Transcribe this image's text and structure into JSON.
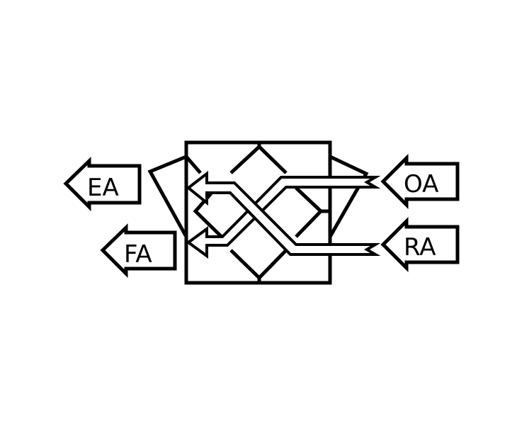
{
  "arrows": {
    "ea": {
      "label": "EA"
    },
    "fa": {
      "label": "FA"
    },
    "oa": {
      "label": "OA"
    },
    "ra": {
      "label": "RA"
    }
  },
  "colors": {
    "stroke": "#000000",
    "background": "#ffffff"
  }
}
